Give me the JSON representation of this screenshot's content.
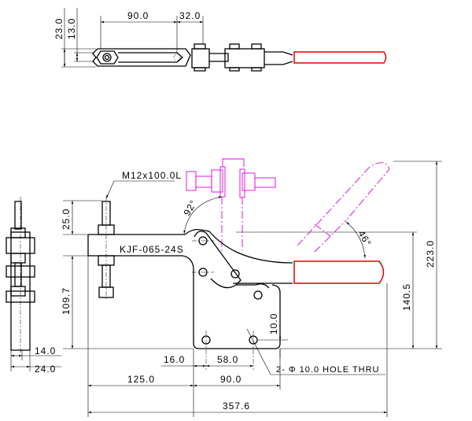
{
  "top_view": {
    "dims": {
      "d23": "23.0",
      "d13": "13.0",
      "d90": "90.0",
      "d32": "32.0"
    }
  },
  "side_view": {
    "bolt_label": "M12x100.0L",
    "model": "KJF-065-24S",
    "angle_open": "92°",
    "angle_handle": "46°",
    "dims": {
      "d25": "25.0",
      "d109": "109.7",
      "d140": "140.5",
      "d223": "223.0",
      "d10": "10.0",
      "d16": "16.0",
      "d58": "58.0",
      "d125": "125.0",
      "d90": "90.0",
      "d357": "357.6"
    },
    "hole_note": "2- Φ 10.0 HOLE THRU"
  },
  "end_view": {
    "dims": {
      "d14": "14.0",
      "d24": "24.0"
    }
  },
  "colors": {
    "handle": "#e00000",
    "open_position": "#e000e0"
  }
}
